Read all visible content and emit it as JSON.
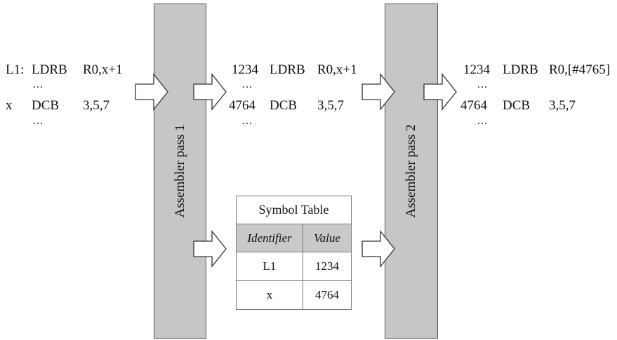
{
  "source": {
    "line1": {
      "label": "L1:",
      "op": "LDRB",
      "arg": "R0,x+1"
    },
    "line2": {
      "label": "x",
      "op": "DCB",
      "arg": "3,5,7"
    },
    "ellipsis": "..."
  },
  "pass1": {
    "label": "Assembler pass 1"
  },
  "pass2": {
    "label": "Assembler pass 2"
  },
  "intermediate": {
    "line1": {
      "addr": "1234",
      "op": "LDRB",
      "arg": "R0,x+1"
    },
    "line2": {
      "addr": "4764",
      "op": "DCB",
      "arg": "3,5,7"
    },
    "ellipsis": "..."
  },
  "output": {
    "line1": {
      "addr": "1234",
      "op": "LDRB",
      "arg": "R0,[#4765]"
    },
    "line2": {
      "addr": "4764",
      "op": "DCB",
      "arg": "3,5,7"
    },
    "ellipsis": "..."
  },
  "symbol_table": {
    "title": "Symbol Table",
    "headers": [
      "Identifier",
      "Value"
    ],
    "rows": [
      {
        "identifier": "L1",
        "value": "1234"
      },
      {
        "identifier": "x",
        "value": "4764"
      }
    ]
  }
}
